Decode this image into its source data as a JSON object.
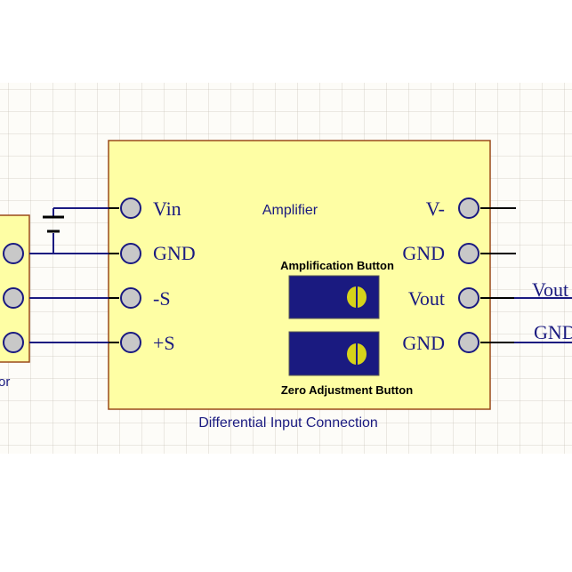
{
  "module": {
    "title": "Amplifier",
    "left_pins": [
      "Vin",
      "GND",
      "-S",
      "+S"
    ],
    "right_pins": [
      "V-",
      "GND",
      "Vout",
      "GND"
    ],
    "amplification_button_label": "Amplification Button",
    "zero_adjustment_button_label": "Zero Adjustment Button",
    "caption": "Differential Input Connection"
  },
  "right_wire_labels": [
    "Vout",
    "GND"
  ],
  "left_partial_label": "or",
  "colors": {
    "module_fill": "#fefea4",
    "module_border": "#9a4a1a",
    "wire": "#1a1a80",
    "pin_fill": "#c8c8c8",
    "button_fill": "#1a1a80",
    "knob": "#d6d21a"
  }
}
